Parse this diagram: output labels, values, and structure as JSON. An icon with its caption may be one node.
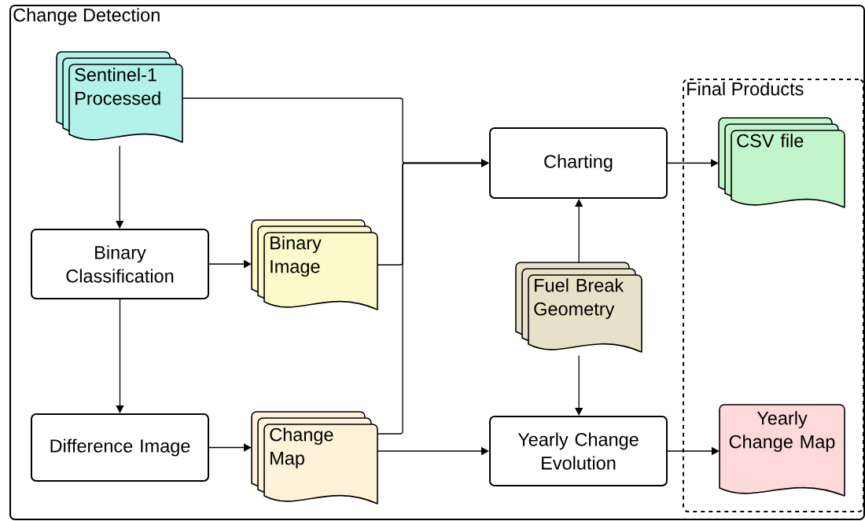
{
  "diagram": {
    "nodes": [
      {
        "text": [
          "Change Detection"
        ]
      },
      {
        "text": [
          "Sentinel-1 Processed"
        ],
        "in": 0
      },
      {
        "text": [
          "Binary Classification"
        ],
        "in": 0
      },
      {
        "text": [
          "Binary Image"
        ],
        "in": 0
      },
      {
        "text": [
          "Difference Image"
        ],
        "in": 0
      },
      {
        "text": [
          "Change Map"
        ],
        "in": 0
      },
      {
        "text": [
          "Charting"
        ],
        "in": 0
      },
      {
        "text": [
          "Fuel Break Geometry"
        ],
        "in": 0
      },
      {
        "text": [
          "Final Products"
        ],
        "in": 0
      },
      {
        "text": [
          "CSV file"
        ],
        "in": 8
      },
      {
        "text": [
          "Yearly Change Evolution"
        ],
        "in": 0
      },
      {
        "text": [
          "Yearly Change Map"
        ],
        "in": 8
      }
    ],
    "edges": [
      {
        "from": 1,
        "to": 2,
        "arrow": "to"
      },
      {
        "from": 2,
        "to": 3,
        "arrow": "to"
      },
      {
        "from": 2,
        "to": 4,
        "arrow": "to"
      },
      {
        "from": 4,
        "to": 5,
        "arrow": "to"
      },
      {
        "from": 1,
        "to": 6,
        "arrow": "to"
      },
      {
        "from": 3,
        "to": 6,
        "arrow": "to"
      },
      {
        "from": 5,
        "to": 6,
        "arrow": "to"
      },
      {
        "from": 7,
        "to": 6,
        "arrow": "to"
      },
      {
        "from": 6,
        "to": 9,
        "arrow": "to"
      },
      {
        "from": 5,
        "to": 10,
        "arrow": "to"
      },
      {
        "from": 7,
        "to": 10,
        "arrow": "to"
      },
      {
        "from": 10,
        "to": 11,
        "arrow": "to"
      }
    ]
  }
}
